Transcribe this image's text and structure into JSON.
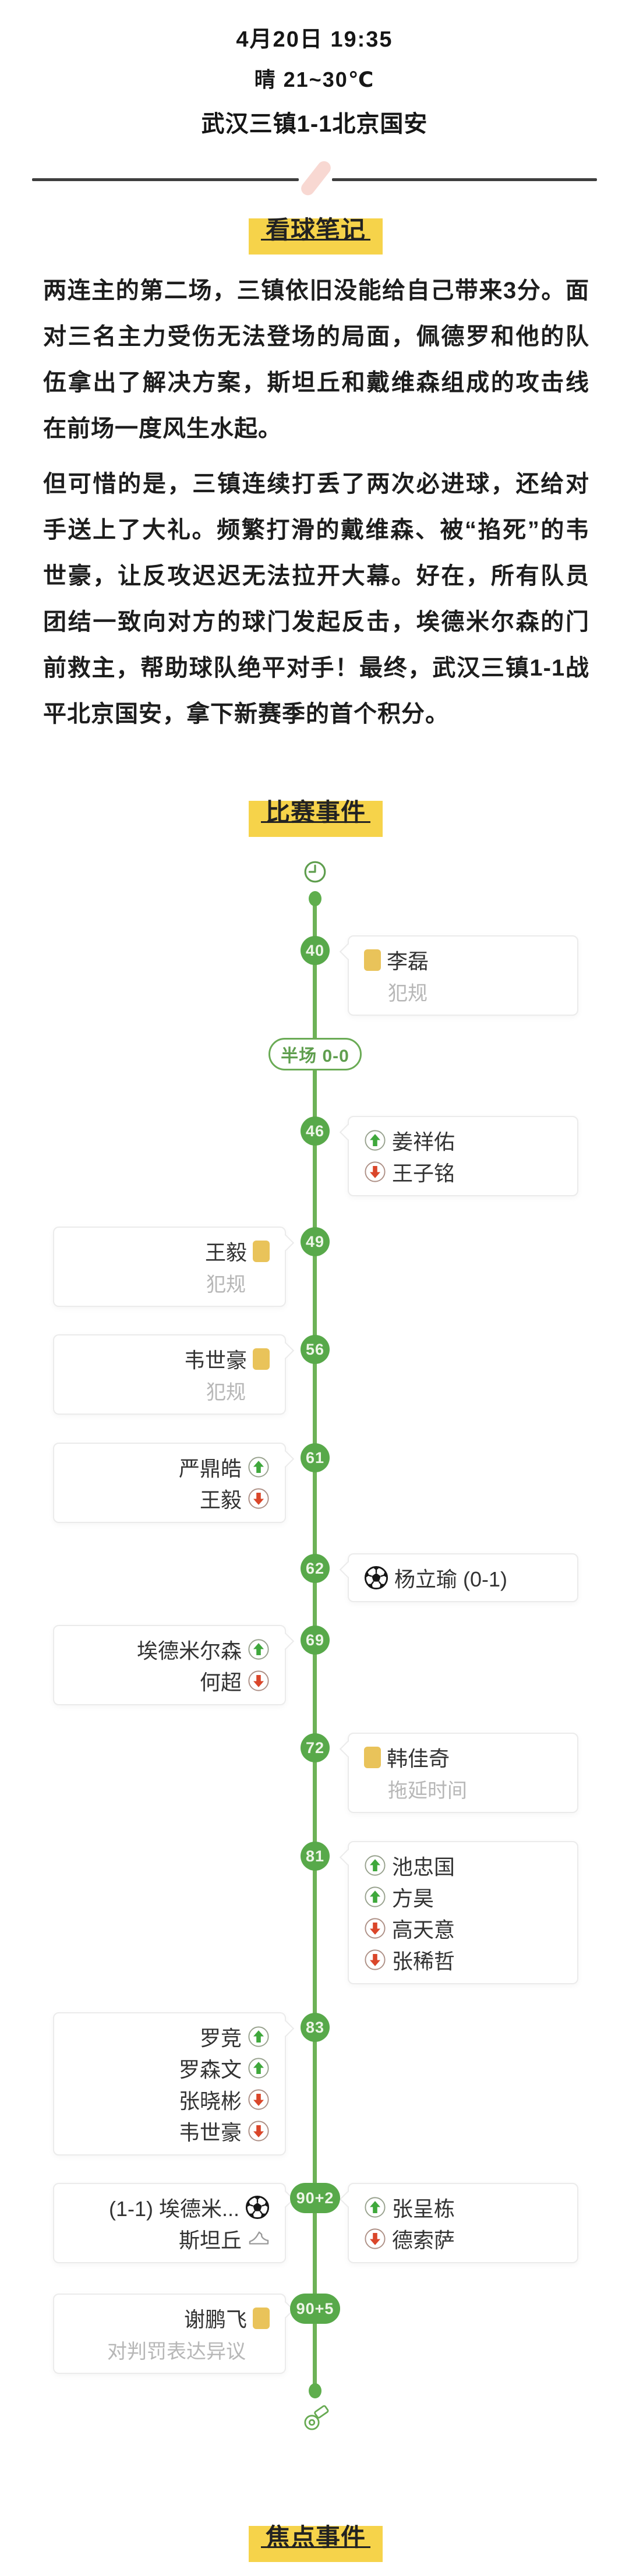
{
  "header": {
    "datetime": "4月20日 19:35",
    "weather": "晴 21~30℃",
    "score_line": "武汉三镇1-1北京国安"
  },
  "sections": {
    "notes_title": "看球笔记",
    "events_title": "比赛事件",
    "focus_title": "焦点事件"
  },
  "notes": {
    "para1": "两连主的第二场，三镇依旧没能给自己带来3分。面对三名主力受伤无法登场的局面，佩德罗和他的队伍拿出了解决方案，斯坦丘和戴维森组成的攻击线在前场一度风生水起。",
    "para2": "但可惜的是，三镇连续打丢了两次必进球，还给对手送上了大礼。频繁打滑的戴维森、被“掐死”的韦世豪，让反攻迟迟无法拉开大幕。好在，所有队员团结一致向对方的球门发起反击，埃德米尔森的门前救主，帮助球队绝平对手！最终，武汉三镇1-1战平北京国安，拿下新赛季的首个积分。"
  },
  "timeline": {
    "halftime_label": "半场 0-0",
    "icons": {
      "start": "clock-icon",
      "end": "whistle-icon",
      "booking": "yellow-card-icon",
      "sub_in": "green-up-arrow-icon",
      "sub_out": "red-down-arrow-icon",
      "goal": "soccer-ball-icon",
      "assist": "boot-icon"
    },
    "events": [
      {
        "minute": "40",
        "side": "right",
        "rows": [
          {
            "icon": "yellow-card",
            "text": "李磊"
          },
          {
            "sub": true,
            "text": "犯规"
          }
        ]
      },
      {
        "minute": "46",
        "side": "right",
        "rows": [
          {
            "icon": "sub-in",
            "text": "姜祥佑"
          },
          {
            "icon": "sub-out",
            "text": "王子铭"
          }
        ]
      },
      {
        "minute": "49",
        "side": "left",
        "rows": [
          {
            "icon": "yellow-card",
            "text": "王毅"
          },
          {
            "sub": true,
            "text": "犯规"
          }
        ]
      },
      {
        "minute": "56",
        "side": "left",
        "rows": [
          {
            "icon": "yellow-card",
            "text": "韦世豪"
          },
          {
            "sub": true,
            "text": "犯规"
          }
        ]
      },
      {
        "minute": "61",
        "side": "left",
        "rows": [
          {
            "icon": "sub-in",
            "text": "严鼎皓"
          },
          {
            "icon": "sub-out",
            "text": "王毅"
          }
        ]
      },
      {
        "minute": "62",
        "side": "right",
        "rows": [
          {
            "icon": "goal-ball",
            "text": "杨立瑜 (0-1)"
          }
        ]
      },
      {
        "minute": "69",
        "side": "left",
        "rows": [
          {
            "icon": "sub-in",
            "text": "埃德米尔森"
          },
          {
            "icon": "sub-out",
            "text": "何超"
          }
        ]
      },
      {
        "minute": "72",
        "side": "right",
        "rows": [
          {
            "icon": "yellow-card",
            "text": "韩佳奇"
          },
          {
            "sub": true,
            "text": "拖延时间"
          }
        ]
      },
      {
        "minute": "81",
        "side": "right",
        "rows": [
          {
            "icon": "sub-in",
            "text": "池忠国"
          },
          {
            "icon": "sub-in",
            "text": "方昊"
          },
          {
            "icon": "sub-out",
            "text": "高天意"
          },
          {
            "icon": "sub-out",
            "text": "张稀哲"
          }
        ]
      },
      {
        "minute": "83",
        "side": "left",
        "rows": [
          {
            "icon": "sub-in",
            "text": "罗竞"
          },
          {
            "icon": "sub-in",
            "text": "罗森文"
          },
          {
            "icon": "sub-out",
            "text": "张晓彬"
          },
          {
            "icon": "sub-out",
            "text": "韦世豪"
          }
        ]
      },
      {
        "minute": "90+2",
        "shape": "pill",
        "side": "both",
        "left_rows": [
          {
            "icon": "goal-ball",
            "text": "(1-1) 埃德米..."
          },
          {
            "icon": "assist-boot",
            "text": "斯坦丘"
          }
        ],
        "right_rows": [
          {
            "icon": "sub-in",
            "text": "张呈栋"
          },
          {
            "icon": "sub-out",
            "text": "德索萨"
          }
        ]
      },
      {
        "minute": "90+5",
        "shape": "pill",
        "side": "left",
        "rows": [
          {
            "icon": "yellow-card",
            "text": "谢鹏飞"
          },
          {
            "sub": true,
            "text": "对判罚表达异议"
          }
        ]
      }
    ]
  },
  "colors": {
    "timeline_green": "#6db257",
    "node_green": "#58a94a",
    "highlight_yellow": "#f6d34a",
    "yellow_card": "#e9c35a",
    "sub_in_green": "#3fa83c",
    "sub_out_red": "#da462a",
    "divider_dark": "#3e3e3e",
    "brush_pink": "#f8d8d2",
    "sub_text_gray": "#b7b7b7"
  }
}
